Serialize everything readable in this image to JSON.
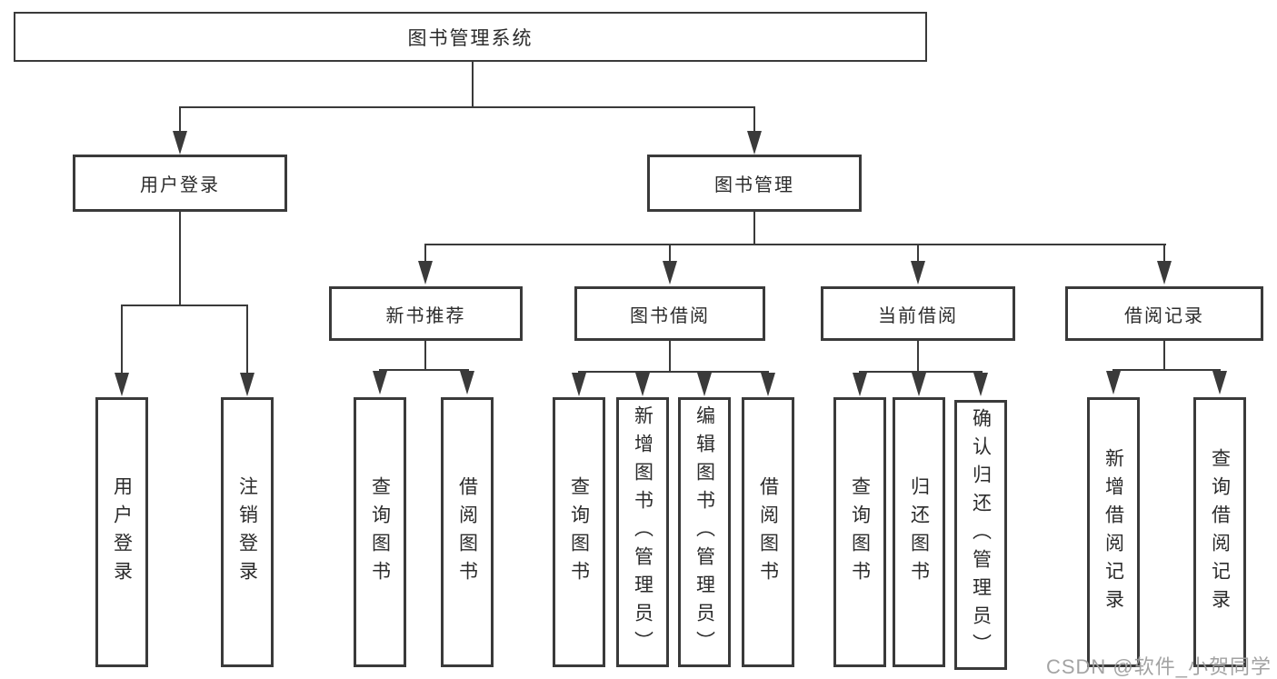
{
  "diagram": {
    "type": "hierarchy",
    "title": "图书管理系统",
    "watermark": "CSDN @软件_小贺同学",
    "colors": {
      "line": "#3a3a3a",
      "border": "#3a3a3a",
      "text": "#2b2b2b",
      "watermark": "#9e9e9e",
      "background": "#ffffff"
    },
    "nodes": {
      "root": "图书管理系统",
      "userLogin": "用户登录",
      "bookMgmt": "图书管理",
      "newRec": "新书推荐",
      "bookBorrow": "图书借阅",
      "currentBorrow": "当前借阅",
      "borrowRecords": "借阅记录"
    },
    "leaves": {
      "userLogin": [
        "用户登录",
        "注销登录"
      ],
      "newRec": [
        "查询图书",
        "借阅图书"
      ],
      "bookBorrow": [
        "查询图书",
        "新增图书（管理员）",
        "编辑图书（管理员）",
        "借阅图书"
      ],
      "currentBorrow": [
        "查询图书",
        "归还图书",
        "确认归还（管理员）"
      ],
      "borrowRecords": [
        "新增借阅记录",
        "查询借阅记录"
      ]
    },
    "edges": [
      "图书管理系统→用户登录",
      "图书管理系统→图书管理",
      "用户登录→用户登录",
      "用户登录→注销登录",
      "图书管理→新书推荐",
      "图书管理→图书借阅",
      "图书管理→当前借阅",
      "图书管理→借阅记录",
      "新书推荐→查询图书",
      "新书推荐→借阅图书",
      "图书借阅→查询图书",
      "图书借阅→新增图书（管理员）",
      "图书借阅→编辑图书（管理员）",
      "图书借阅→借阅图书",
      "当前借阅→查询图书",
      "当前借阅→归还图书",
      "当前借阅→确认归还（管理员）",
      "借阅记录→新增借阅记录",
      "借阅记录→查询借阅记录"
    ]
  }
}
